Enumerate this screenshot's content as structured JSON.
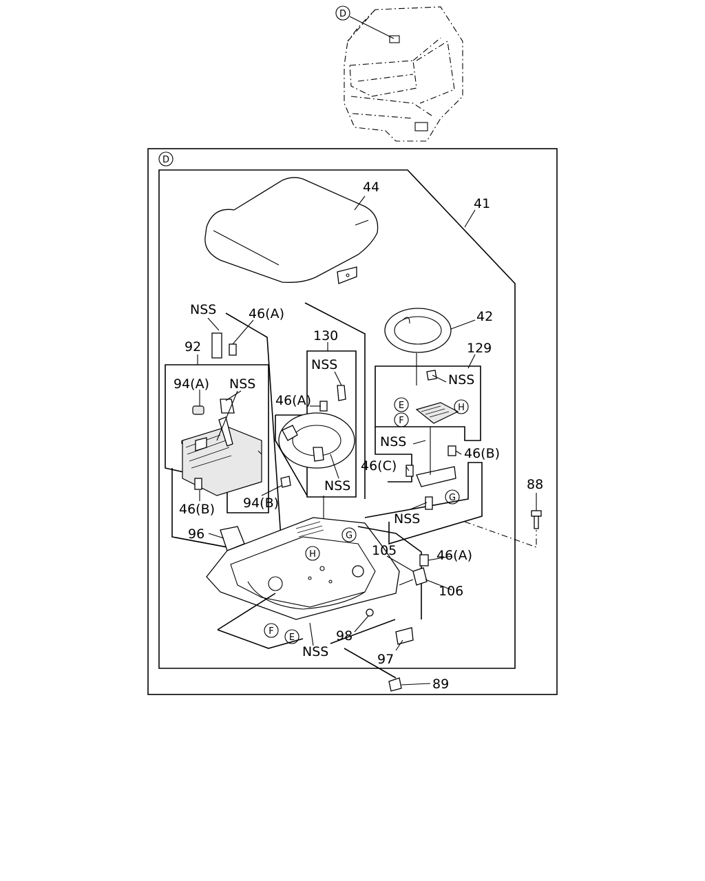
{
  "view_marker": "D",
  "labels": {
    "p44": "44",
    "p41": "41",
    "p42": "42",
    "p129": "129",
    "p130": "130",
    "p92": "92",
    "p88": "88",
    "p96": "96",
    "p105": "105",
    "p106": "106",
    "p98": "98",
    "p97": "97",
    "p89": "89",
    "nss_1": "NSS",
    "nss_2": "NSS",
    "nss_3": "NSS",
    "nss_4": "NSS",
    "nss_5": "NSS",
    "nss_6": "NSS",
    "nss_7": "NSS",
    "nss_8": "NSS",
    "p46a_1": "46(A)",
    "p46a_2": "46(A)",
    "p46a_3": "46(A)",
    "p46b_1": "46(B)",
    "p46b_2": "46(B)",
    "p46c": "46(C)",
    "p94a": "94(A)",
    "p94b": "94(B)"
  },
  "callouts": {
    "d_top": "D",
    "d_frame": "D",
    "e_right": "E",
    "f_right": "F",
    "h_right": "H",
    "g_right": "G",
    "g_mid": "G",
    "h_mid": "H",
    "f_bottom": "F",
    "e_bottom": "E"
  }
}
